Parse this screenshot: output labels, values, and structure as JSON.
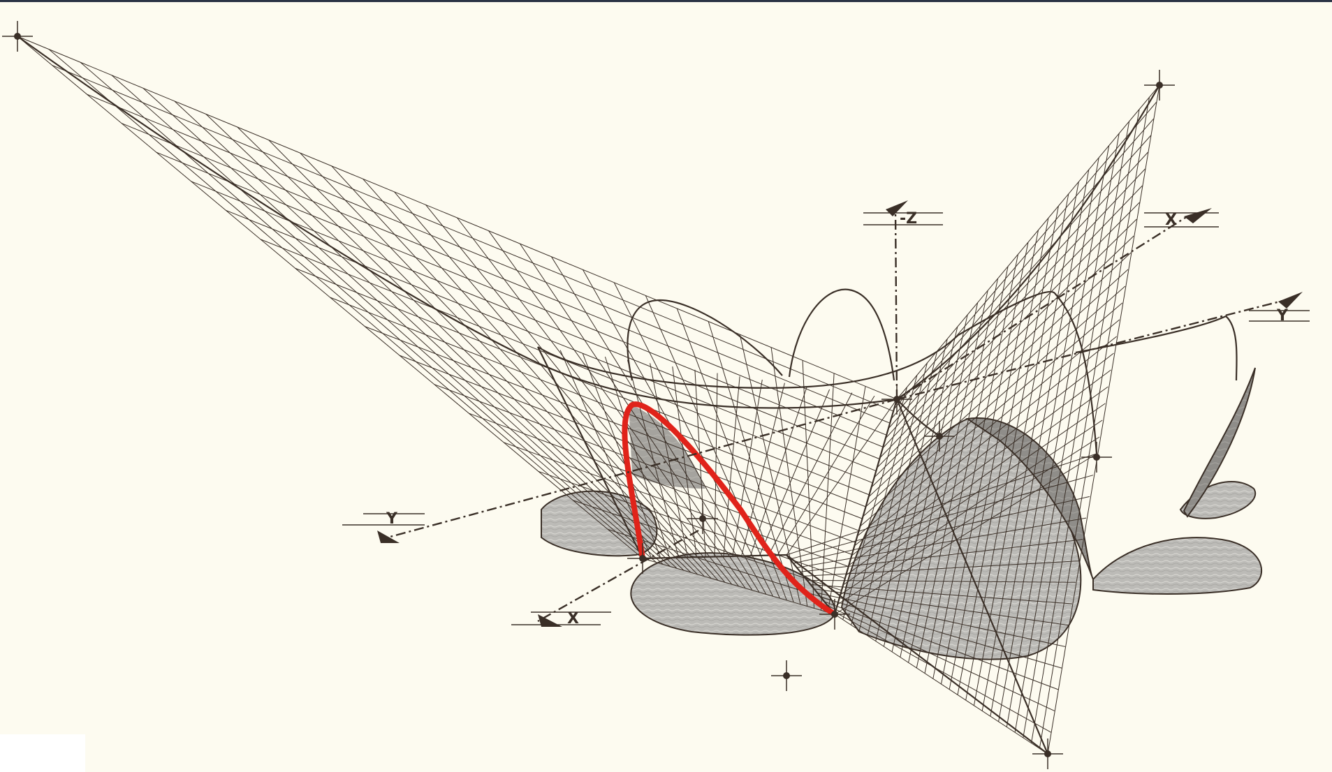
{
  "diagram": {
    "colors": {
      "background": "#fdfbf0",
      "ink": "#3a2f27",
      "shade": "#b9b9b6",
      "shade_dark": "#8d8b87",
      "highlight": "#e0231a"
    },
    "axis_labels": {
      "neg_z": "-Z",
      "x_upper_right": "X",
      "y_upper_right": "Y",
      "y_left": "Y",
      "x_lower_left": "X"
    }
  }
}
